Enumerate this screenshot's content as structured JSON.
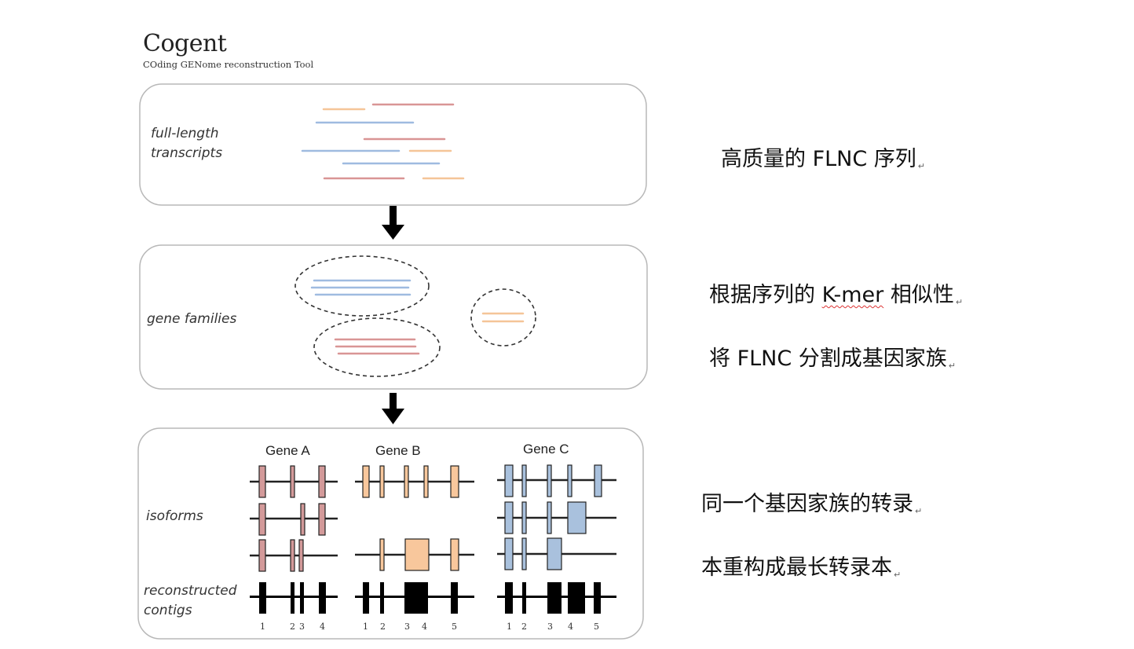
{
  "header": {
    "title": "Cogent",
    "subtitle": "COding GENome reconstruction Tool"
  },
  "panels": {
    "p1_label_l1": "full-length",
    "p1_label_l2": "transcripts",
    "p2_label": "gene families",
    "p3_iso_label": "isoforms",
    "p3_recon_l1": "reconstructed",
    "p3_recon_l2": "contigs"
  },
  "genes": [
    {
      "name": "Gene A",
      "numbers": [
        "1",
        "2",
        "3",
        "4"
      ]
    },
    {
      "name": "Gene B",
      "numbers": [
        "1",
        "2",
        "3",
        "4",
        "5"
      ]
    },
    {
      "name": "Gene C",
      "numbers": [
        "1",
        "2",
        "3",
        "4",
        "5"
      ]
    }
  ],
  "captions": {
    "c1": "高质量的 FLNC 序列",
    "c2_pre": "根据序列的 ",
    "c2_kmer": "K-mer",
    "c2_post": " 相似性",
    "c3": "将 FLNC 分割成基因家族",
    "c4": "同一个基因家族的转录",
    "c5": "本重构成最长转录本",
    "para_mark": "↵"
  },
  "colors": {
    "orange": "#f8c79c",
    "blue": "#a9c1dd",
    "pink": "#d39a9a",
    "red_line": "#d99595",
    "blue_line": "#9fbbe0",
    "orange_line": "#f5c598",
    "dark": "#000000"
  }
}
